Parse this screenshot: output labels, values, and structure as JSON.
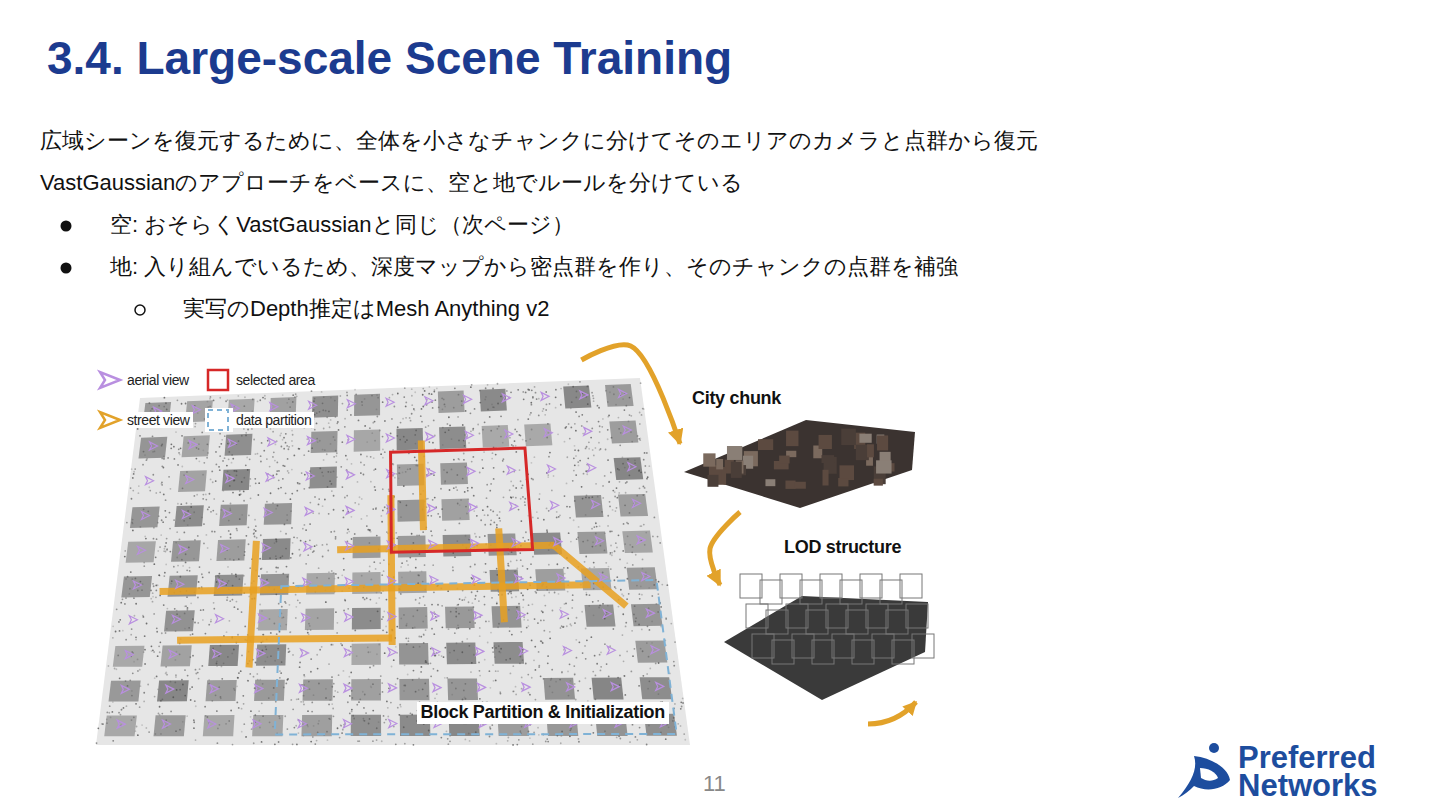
{
  "diagram": {
    "title": "3.4. Large-scale Scene Training",
    "nodes": [
      {
        "text": [
          "Block Partition & Initialization"
        ]
      },
      {
        "text": [
          "City chunk"
        ]
      },
      {
        "text": [
          "LOD structure"
        ]
      }
    ],
    "edges": [
      {
        "from": 0,
        "to": 1,
        "arrow": "to"
      },
      {
        "from": 1,
        "to": 2,
        "arrow": "to"
      }
    ],
    "labels": [
      "広域シーンを復元するために、全体を小さなチャンクに分けてそのエリアのカメラと点群から復元",
      "VastGaussianのアプローチをベースに、空と地でルールを分けている",
      "空: おそらくVastGaussianと同じ（次ページ）",
      "地: 入り組んでいるため、深度マップから密点群を作り、そのチャンクの点群を補強",
      "実写のDepth推定はMesh Anything v2",
      "11",
      "Preferred",
      "Networks"
    ],
    "legend": [
      {
        "text": "aerial view"
      },
      {
        "text": "selected area"
      },
      {
        "text": "street view"
      },
      {
        "text": "data partition"
      }
    ]
  }
}
